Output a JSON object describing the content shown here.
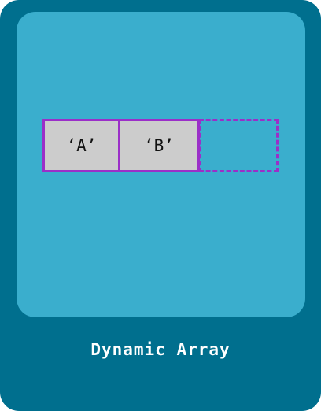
{
  "colors": {
    "card_bg": "#006f8e",
    "panel_bg": "#3aaecd",
    "cell_fill": "#cccccc",
    "cell_border": "#9b2fc8"
  },
  "array": {
    "cells": [
      {
        "label": "‘A’"
      },
      {
        "label": "‘B’"
      }
    ],
    "empty_slots": 1
  },
  "caption": "Dynamic Array"
}
